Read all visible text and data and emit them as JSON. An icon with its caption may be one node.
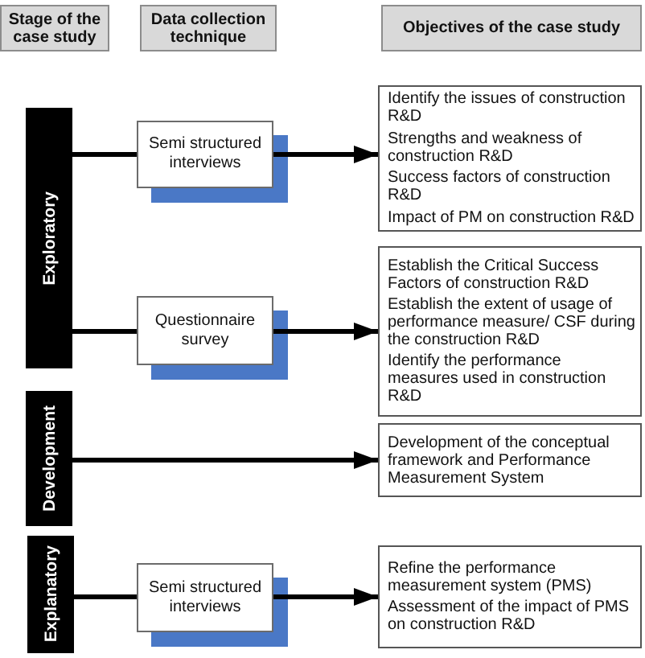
{
  "diagram": {
    "nodes": [
      {
        "text": [
          "Stage of the case study"
        ]
      },
      {
        "text": [
          "Data collection technique"
        ]
      },
      {
        "text": [
          "Objectives of the case study"
        ]
      },
      {
        "text": [
          "Exploratory"
        ]
      },
      {
        "text": [
          "Semi structured interviews"
        ]
      },
      {
        "text": [
          "Identify the issues of construction R&D",
          "Strengths and weakness of construction R&D",
          "Success factors of construction R&D",
          "Impact of PM on construction R&D"
        ]
      },
      {
        "text": [
          "Questionnaire survey"
        ]
      },
      {
        "text": [
          "Establish the Critical Success Factors of construction R&D",
          "Establish the extent of usage of performance measure/ CSF during the construction R&D",
          "Identify the performance measures used in construction R&D"
        ]
      },
      {
        "text": [
          "Development"
        ]
      },
      {
        "text": [
          "Development of the conceptual framework and Performance Measurement System"
        ]
      },
      {
        "text": [
          "Explanatory"
        ]
      },
      {
        "text": [
          "Semi structured interviews"
        ]
      },
      {
        "text": [
          "Refine the performance measurement system (PMS)",
          "Assessment of the impact of PMS on construction R&D"
        ]
      }
    ],
    "edges": [
      {
        "from": 3,
        "to": 4,
        "arrow": "none"
      },
      {
        "from": 4,
        "to": 5,
        "arrow": "to"
      },
      {
        "from": 3,
        "to": 6,
        "arrow": "none"
      },
      {
        "from": 6,
        "to": 7,
        "arrow": "to"
      },
      {
        "from": 8,
        "to": 9,
        "arrow": "to"
      },
      {
        "from": 10,
        "to": 11,
        "arrow": "none"
      },
      {
        "from": 11,
        "to": 12,
        "arrow": "to"
      }
    ]
  }
}
